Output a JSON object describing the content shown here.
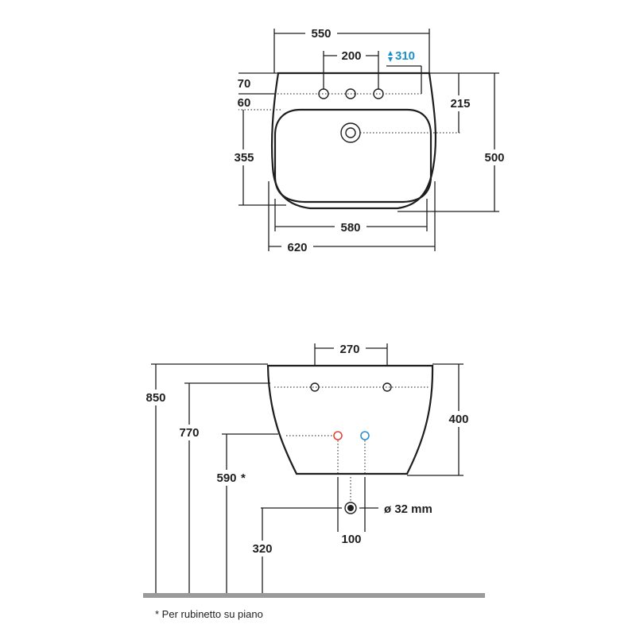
{
  "top_view": {
    "width_overall": "550",
    "tap_spacing": "200",
    "basin_depth_top": "310",
    "top_rim": "70",
    "bowl_offset": "60",
    "drain_from_back": "215",
    "bowl_length": "355",
    "overall_depth": "500",
    "bowl_width": "580",
    "max_width": "620"
  },
  "side_view": {
    "tap_spacing": "270",
    "rim_height": "850",
    "tap_height": "770",
    "supply_height": "590",
    "supply_note_mark": "*",
    "basin_height": "400",
    "drain_diameter": "ø 32 mm",
    "drain_spacing": "100",
    "drain_height": "320"
  },
  "footnote": "* Per rubinetto su piano",
  "colors": {
    "ink": "#1e1e1e",
    "accent_blue": "#1a8fc9",
    "hot_marker": "#e0463c",
    "cold_marker": "#2d8fd0",
    "floor": "#9a9a9a"
  }
}
